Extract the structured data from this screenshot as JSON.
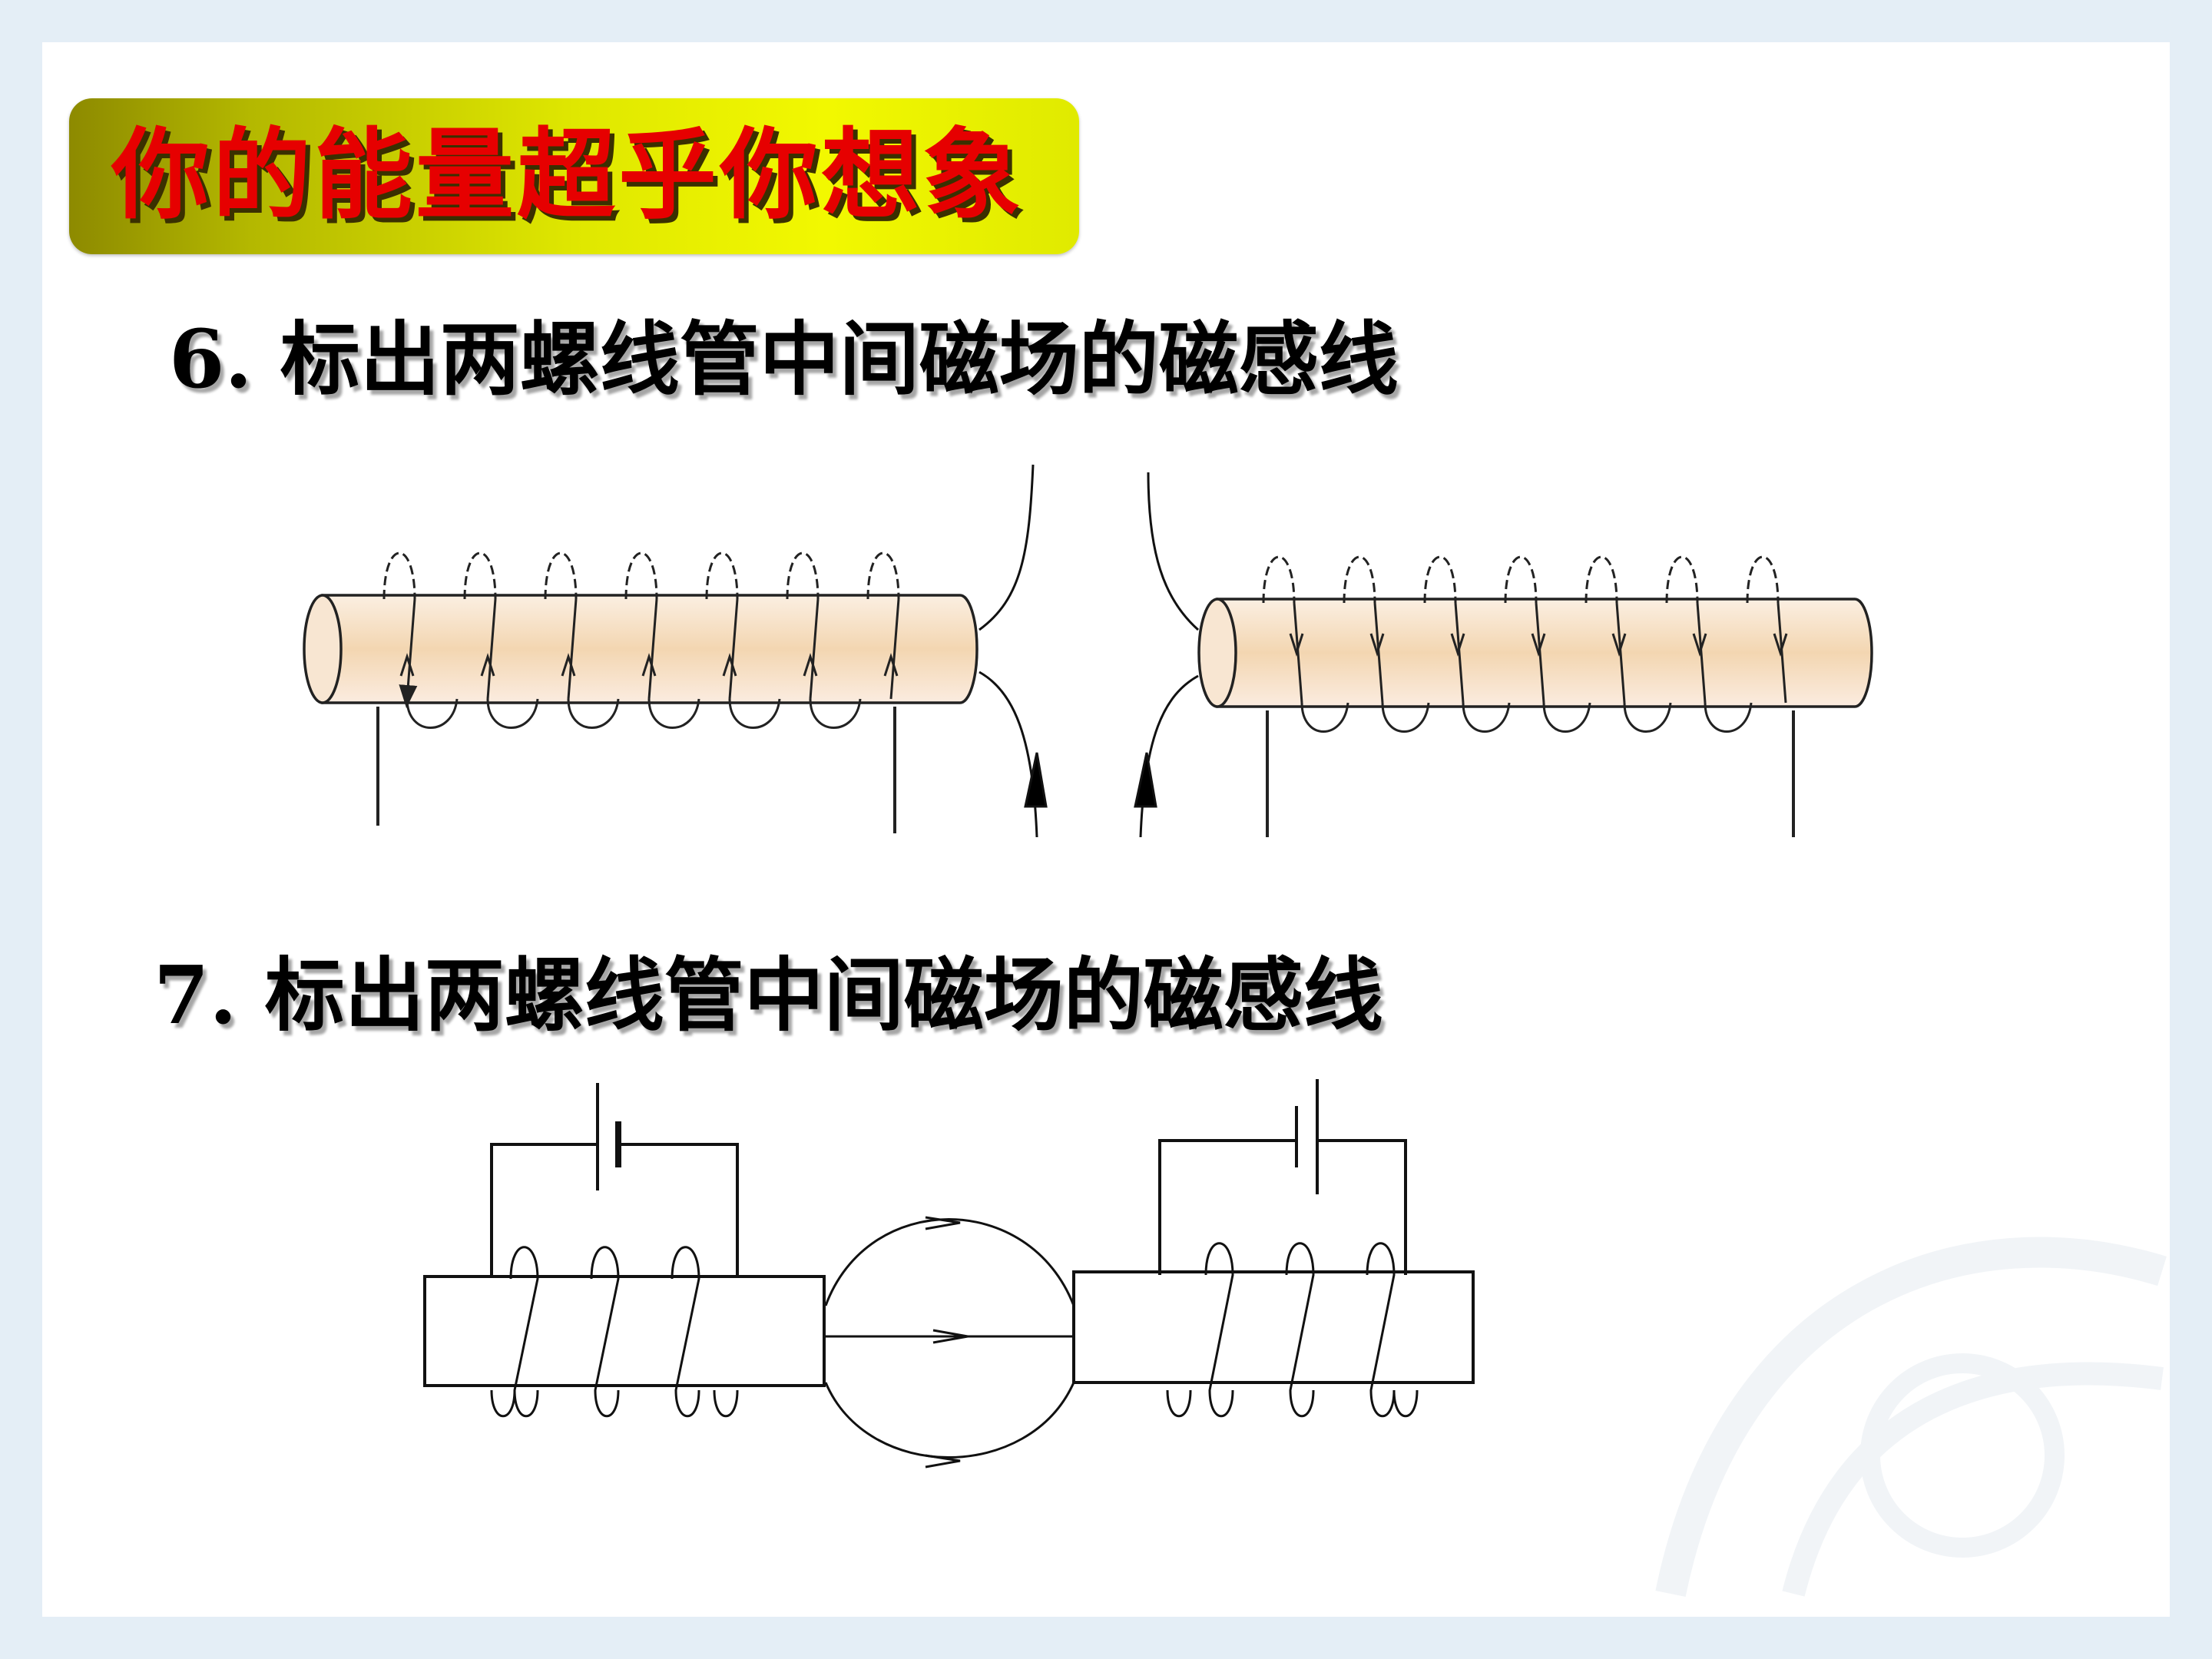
{
  "banner": {
    "title": "你的能量超乎你想象"
  },
  "questions": [
    {
      "text": "6. 标出两螺线管中间磁场的磁感线"
    },
    {
      "text": "7. 标出两螺线管中间磁场的磁感线"
    }
  ],
  "colors": {
    "title_red": "#e60000",
    "banner_yellow": "#e6ee00",
    "tube_fill": "#f3d9b8"
  }
}
